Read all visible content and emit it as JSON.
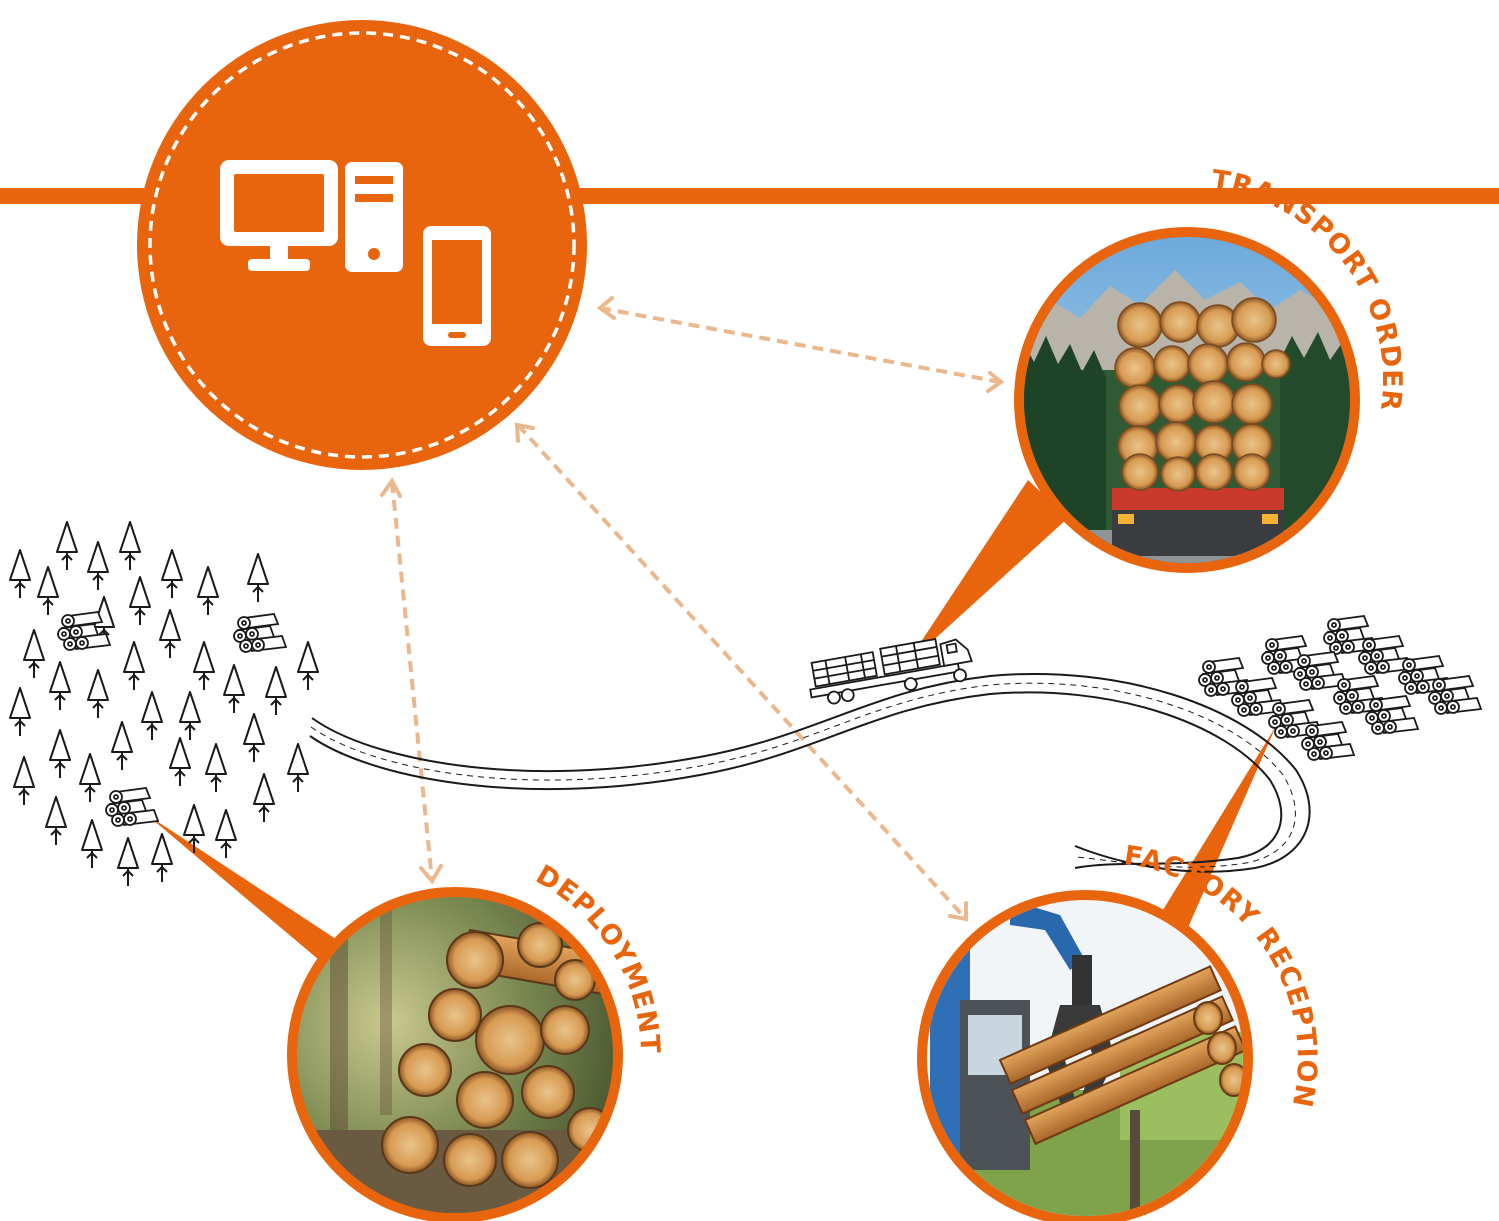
{
  "colors": {
    "accent": "#e8650d",
    "connector": "#ebb78d",
    "line": "#1a1a1a",
    "background": "#ffffff"
  },
  "hub": {
    "icons": [
      "desktop-monitor-icon",
      "computer-tower-icon",
      "tablet-icon"
    ]
  },
  "nodes": {
    "transport": {
      "label": "TRANSPORT ORDER",
      "photo": "logging-truck-loaded-with-logs"
    },
    "deployment": {
      "label": "DEPLOYMENT",
      "photo": "stacked-log-pile-in-forest"
    },
    "factory": {
      "label": "FACTORY RECEPTION",
      "photo": "crane-grapple-lifting-logs"
    }
  }
}
